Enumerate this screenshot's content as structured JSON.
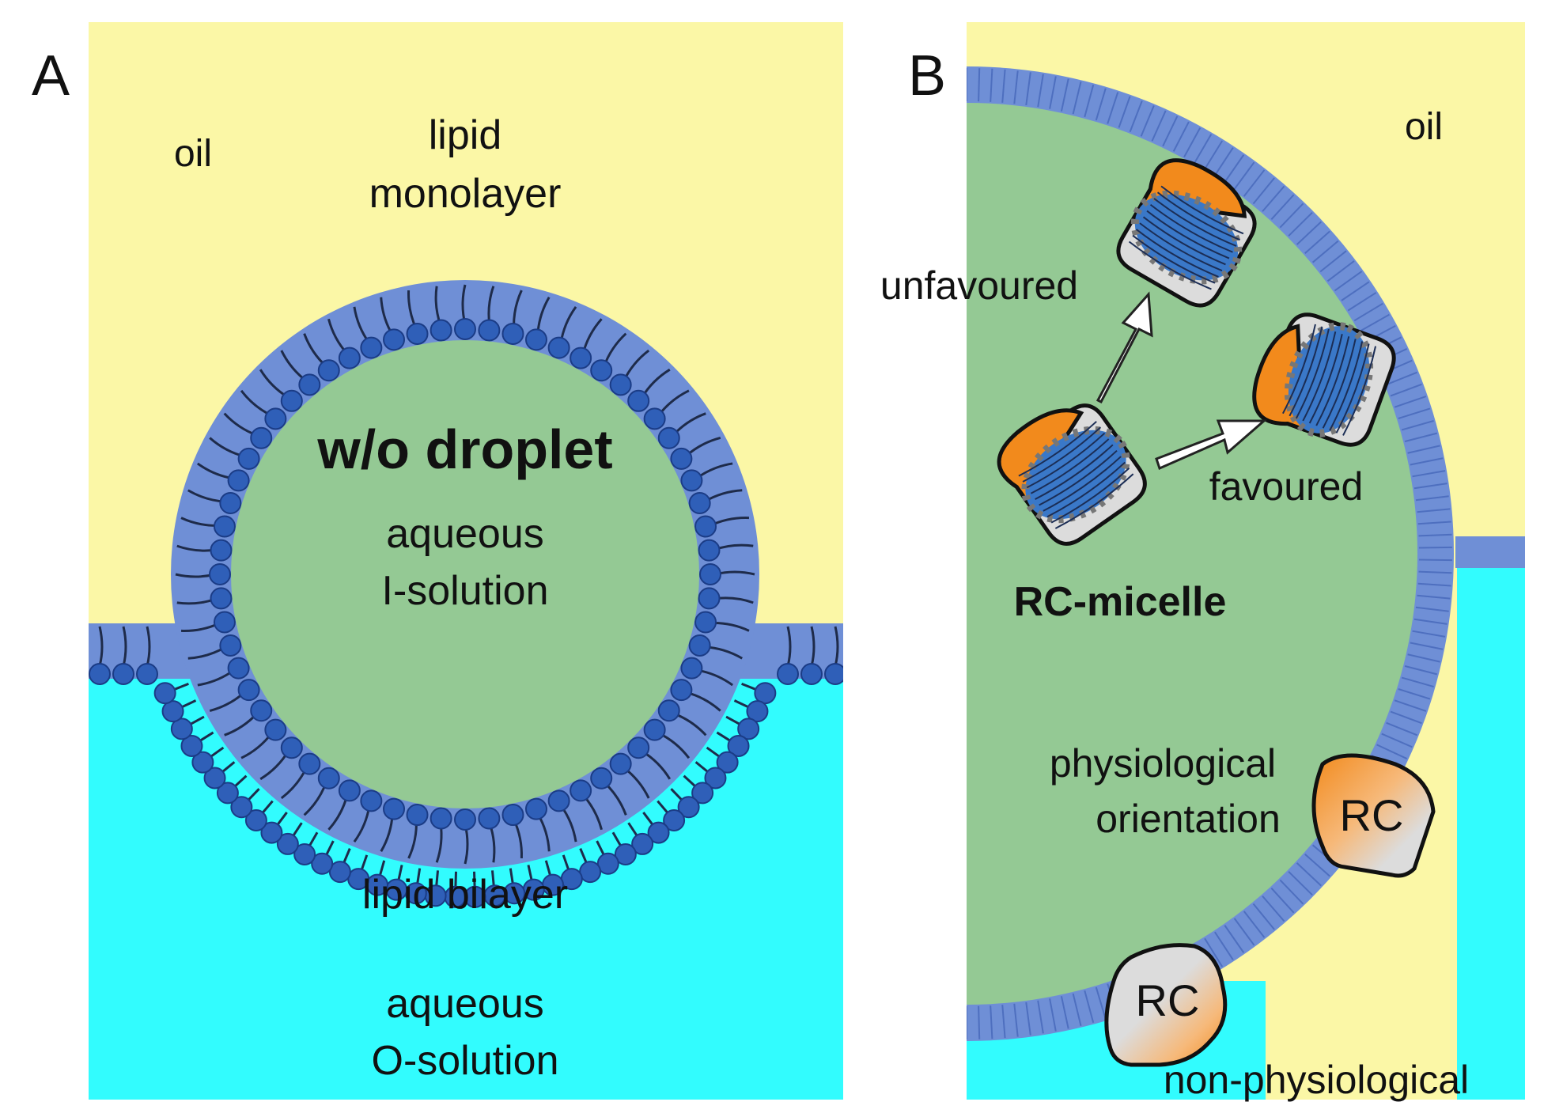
{
  "colors": {
    "oil": "#fbf7a6",
    "aqueous_inner": "#94c994",
    "aqueous_outer": "#32fcfe",
    "lipid_body": "#6f8fd6",
    "lipid_head": "#2f5fb8",
    "lipid_tail": "#1e2b4a",
    "rc_orange": "#f28a1c",
    "rc_grey": "#dcdcdc"
  },
  "panel_a": {
    "letter": "A",
    "oil": "oil",
    "monolayer_line1": "lipid",
    "monolayer_line2": "monolayer",
    "droplet_title": "w/o droplet",
    "inner_line1": "aqueous",
    "inner_line2": "I-solution",
    "bilayer": "lipid bilayer",
    "outer_line1": "aqueous",
    "outer_line2": "O-solution"
  },
  "panel_b": {
    "letter": "B",
    "oil": "oil",
    "unfavoured": "unfavoured",
    "favoured": "favoured",
    "micelle": "RC-micelle",
    "physio_line1": "physiological",
    "physio_line2": "orientation",
    "rc_label": "RC",
    "non_physio": "non-physiological"
  }
}
